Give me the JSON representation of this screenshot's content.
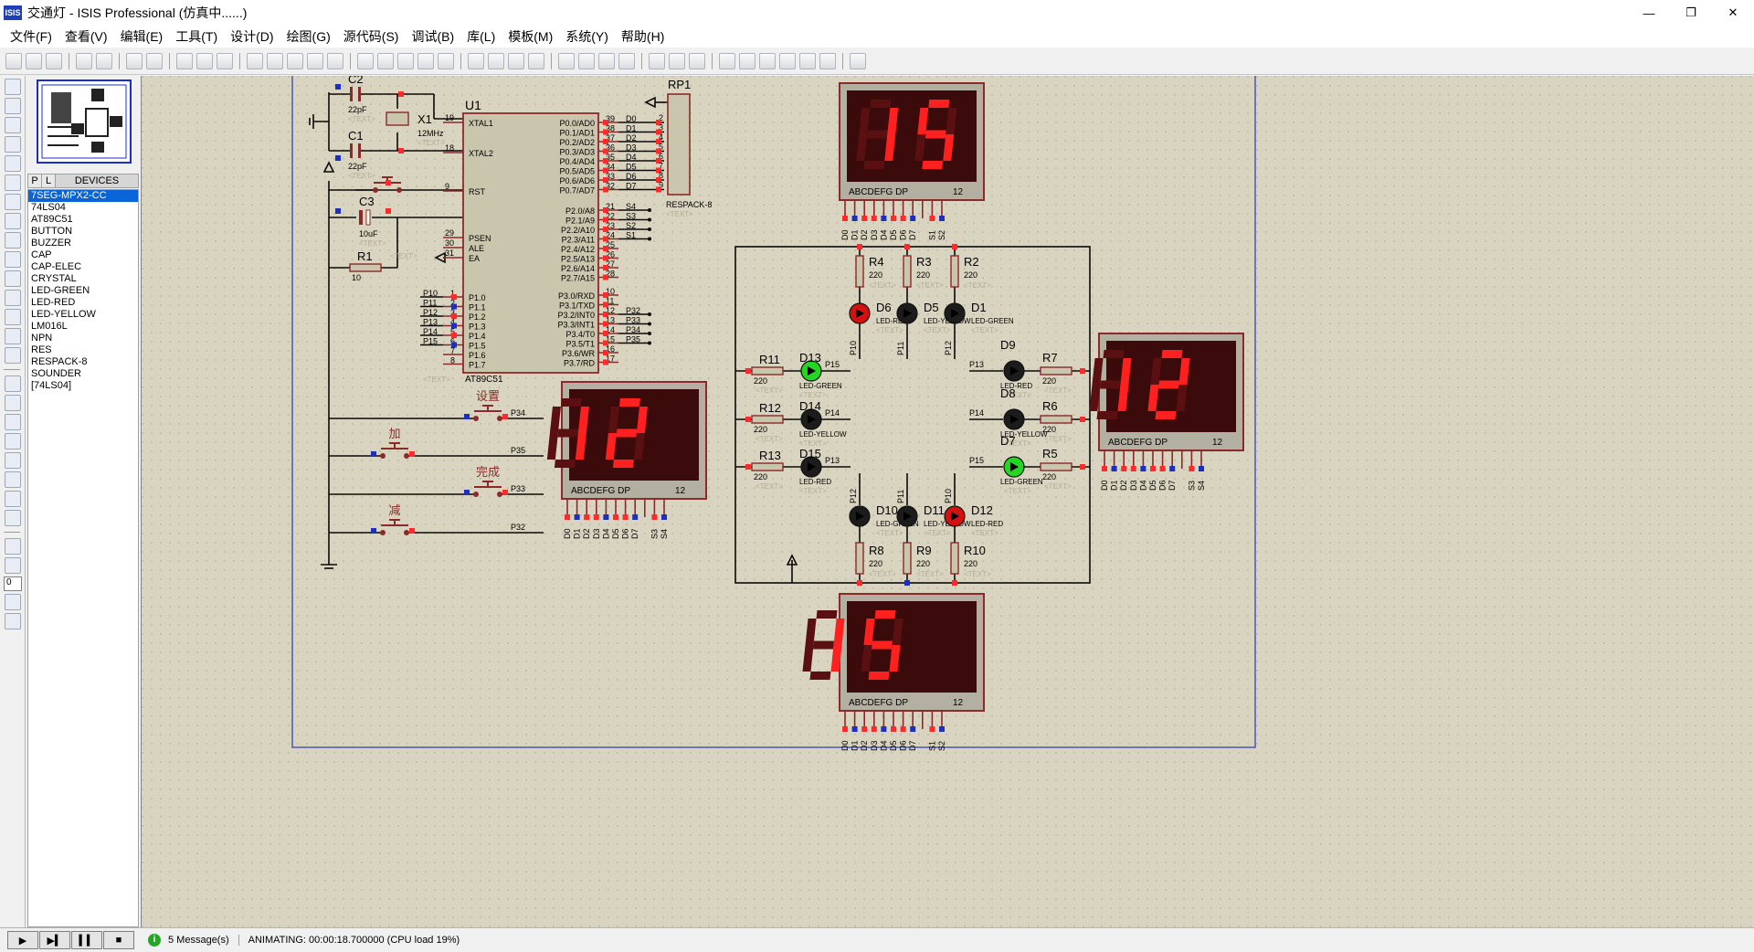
{
  "app": {
    "icon_text": "ISIS",
    "title": "交通灯 - ISIS Professional (仿真中......)"
  },
  "window_controls": [
    "—",
    "❐",
    "✕"
  ],
  "menu": [
    "文件(F)",
    "查看(V)",
    "编辑(E)",
    "工具(T)",
    "设计(D)",
    "绘图(G)",
    "源代码(S)",
    "调试(B)",
    "库(L)",
    "模板(M)",
    "系统(Y)",
    "帮助(H)"
  ],
  "panel": {
    "tabs": [
      "P",
      "L"
    ],
    "title": "DEVICES",
    "devices": [
      "7SEG-MPX2-CC",
      "74LS04",
      "AT89C51",
      "BUTTON",
      "BUZZER",
      "CAP",
      "CAP-ELEC",
      "CRYSTAL",
      "LED-GREEN",
      "LED-RED",
      "LED-YELLOW",
      "LM016L",
      "NPN",
      "RES",
      "RESPACK-8",
      "SOUNDER",
      "[74LS04]"
    ],
    "selected_index": 0
  },
  "rotation_input": "0",
  "schematic": {
    "mcu": {
      "ref": "U1",
      "part": "AT89C51",
      "text": "<TEXT>",
      "left_pins": [
        {
          "num": "19",
          "name": "XTAL1"
        },
        {
          "num": "18",
          "name": "XTAL2"
        },
        {
          "num": "9",
          "name": "RST"
        },
        {
          "num": "29",
          "name": "PSEN"
        },
        {
          "num": "30",
          "name": "ALE"
        },
        {
          "num": "31",
          "name": "EA"
        }
      ],
      "p1_pins": [
        {
          "num": "1",
          "name": "P1.0",
          "net": "P10"
        },
        {
          "num": "2",
          "name": "P1.1",
          "net": "P11"
        },
        {
          "num": "3",
          "name": "P1.2",
          "net": "P12"
        },
        {
          "num": "4",
          "name": "P1.3",
          "net": "P13"
        },
        {
          "num": "5",
          "name": "P1.4",
          "net": "P14"
        },
        {
          "num": "6",
          "name": "P1.5",
          "net": "P15"
        },
        {
          "num": "7",
          "name": "P1.6",
          "net": ""
        },
        {
          "num": "8",
          "name": "P1.7",
          "net": ""
        }
      ],
      "p0_pins": [
        {
          "num": "39",
          "name": "P0.0/AD0",
          "net": "D0"
        },
        {
          "num": "38",
          "name": "P0.1/AD1",
          "net": "D1"
        },
        {
          "num": "37",
          "name": "P0.2/AD2",
          "net": "D2"
        },
        {
          "num": "36",
          "name": "P0.3/AD3",
          "net": "D3"
        },
        {
          "num": "35",
          "name": "P0.4/AD4",
          "net": "D4"
        },
        {
          "num": "34",
          "name": "P0.5/AD5",
          "net": "D5"
        },
        {
          "num": "33",
          "name": "P0.6/AD6",
          "net": "D6"
        },
        {
          "num": "32",
          "name": "P0.7/AD7",
          "net": "D7"
        }
      ],
      "p2_pins": [
        {
          "num": "21",
          "name": "P2.0/A8",
          "net": "S4"
        },
        {
          "num": "22",
          "name": "P2.1/A9",
          "net": "S3"
        },
        {
          "num": "23",
          "name": "P2.2/A10",
          "net": "S2"
        },
        {
          "num": "24",
          "name": "P2.3/A11",
          "net": "S1"
        },
        {
          "num": "25",
          "name": "P2.4/A12",
          "net": ""
        },
        {
          "num": "26",
          "name": "P2.5/A13",
          "net": ""
        },
        {
          "num": "27",
          "name": "P2.6/A14",
          "net": ""
        },
        {
          "num": "28",
          "name": "P2.7/A15",
          "net": ""
        }
      ],
      "p3_pins": [
        {
          "num": "10",
          "name": "P3.0/RXD",
          "net": ""
        },
        {
          "num": "11",
          "name": "P3.1/TXD",
          "net": ""
        },
        {
          "num": "12",
          "name": "P3.2/INT0",
          "net": "P32"
        },
        {
          "num": "13",
          "name": "P3.3/INT1",
          "net": "P33"
        },
        {
          "num": "14",
          "name": "P3.4/T0",
          "net": "P34"
        },
        {
          "num": "15",
          "name": "P3.5/T1",
          "net": "P35"
        },
        {
          "num": "16",
          "name": "P3.6/WR",
          "net": ""
        },
        {
          "num": "17",
          "name": "P3.7/RD",
          "net": ""
        }
      ]
    },
    "respack": {
      "ref": "RP1",
      "part": "RESPACK-8",
      "text": "<TEXT>",
      "pins": [
        "2",
        "3",
        "4",
        "5",
        "6",
        "7",
        "8",
        "9"
      ]
    },
    "c2": {
      "ref": "C2",
      "value": "22pF",
      "text": "<TEXT>"
    },
    "c1": {
      "ref": "C1",
      "value": "22pF",
      "text": "<TEXT>"
    },
    "x1": {
      "ref": "X1",
      "value": "12MHz",
      "text": "<TEXT>"
    },
    "c3": {
      "ref": "C3",
      "value": "10uF",
      "text": "<TEXT>"
    },
    "r1": {
      "ref": "R1",
      "value": "10",
      "text": "<TEXT>"
    },
    "buttons": [
      {
        "label": "设置",
        "net": "P34"
      },
      {
        "label": "加",
        "net": "P35"
      },
      {
        "label": "完成",
        "net": "P33"
      },
      {
        "label": "减",
        "net": "P32"
      }
    ],
    "displays": [
      {
        "digits": "15",
        "seg_label": "ABCDEFG  DP",
        "pin_label": "12",
        "pins": [
          "D0",
          "D1",
          "D2",
          "D3",
          "D4",
          "D5",
          "D6",
          "D7",
          "",
          "S1",
          "S2"
        ]
      },
      {
        "digits": "12",
        "seg_label": "ABCDEFG  DP",
        "pin_label": "12",
        "pins": [
          "D0",
          "D1",
          "D2",
          "D3",
          "D4",
          "D5",
          "D6",
          "D7",
          "",
          "S3",
          "S4"
        ]
      },
      {
        "digits": "12",
        "seg_label": "ABCDEFG  DP",
        "pin_label": "12",
        "pins": [
          "D0",
          "D1",
          "D2",
          "D3",
          "D4",
          "D5",
          "D6",
          "D7",
          "",
          "S3",
          "S4"
        ]
      },
      {
        "digits": "15",
        "seg_label": "ABCDEFG  DP",
        "pin_label": "12",
        "pins": [
          "D0",
          "D1",
          "D2",
          "D3",
          "D4",
          "D5",
          "D6",
          "D7",
          "",
          "S1",
          "S2"
        ]
      }
    ],
    "top_res": [
      {
        "ref": "R4",
        "value": "220"
      },
      {
        "ref": "R3",
        "value": "220"
      },
      {
        "ref": "R2",
        "value": "220"
      }
    ],
    "top_leds": [
      {
        "ref": "D6",
        "part": "LED-RED",
        "on": true
      },
      {
        "ref": "D5",
        "part": "LED-YELLOW",
        "on": false
      },
      {
        "ref": "D1",
        "part": "LED-GREEN",
        "on": false
      }
    ],
    "top_nets": [
      "P10",
      "P11",
      "P12"
    ],
    "left_res": [
      {
        "ref": "R11",
        "value": "220"
      },
      {
        "ref": "R12",
        "value": "220"
      },
      {
        "ref": "R13",
        "value": "220"
      }
    ],
    "left_leds": [
      {
        "ref": "D13",
        "part": "LED-GREEN",
        "net": "P15",
        "on": true
      },
      {
        "ref": "D14",
        "part": "LED-YELLOW",
        "net": "P14",
        "on": false
      },
      {
        "ref": "D15",
        "part": "LED-RED",
        "net": "P13",
        "on": false
      }
    ],
    "right_res": [
      {
        "ref": "R7",
        "value": "220"
      },
      {
        "ref": "R6",
        "value": "220"
      },
      {
        "ref": "R5",
        "value": "220"
      }
    ],
    "right_leds": [
      {
        "ref": "D9",
        "part": "LED-RED",
        "net": "P13",
        "on": false
      },
      {
        "ref": "D8",
        "part": "LED-YELLOW",
        "net": "P14",
        "on": false
      },
      {
        "ref": "D7",
        "part": "LED-GREEN",
        "net": "P15",
        "on": true
      }
    ],
    "bottom_res": [
      {
        "ref": "R8",
        "value": "220"
      },
      {
        "ref": "R9",
        "value": "220"
      },
      {
        "ref": "R10",
        "value": "220"
      }
    ],
    "bottom_leds": [
      {
        "ref": "D10",
        "part": "LED-GREEN",
        "on": false
      },
      {
        "ref": "D11",
        "part": "LED-YELLOW",
        "on": false
      },
      {
        "ref": "D12",
        "part": "LED-RED",
        "on": true
      }
    ],
    "bottom_nets": [
      "P12",
      "P11",
      "P10"
    ],
    "text_tag": "<TEXT>"
  },
  "status": {
    "sim_buttons": [
      "▶",
      "▶▍",
      "▍▍",
      "■"
    ],
    "messages": "5 Message(s)",
    "state": "ANIMATING: 00:00:18.700000 (CPU load 19%)"
  },
  "colors": {
    "canvas": "#d9d4bf",
    "wire": "#0a0a0a",
    "component": "#8c2a2a",
    "body_fill": "#cac6ad",
    "display_body": "#3b0a0a",
    "segment_on": "#ff2020",
    "segment_off": "#5a1010",
    "pin_high": "#ff2b2b",
    "pin_low": "#1c2fc0",
    "led_red_on": "#d41010",
    "led_green_on": "#22d622",
    "led_off": "#1c1c1c",
    "selection": "#0a64d8"
  }
}
